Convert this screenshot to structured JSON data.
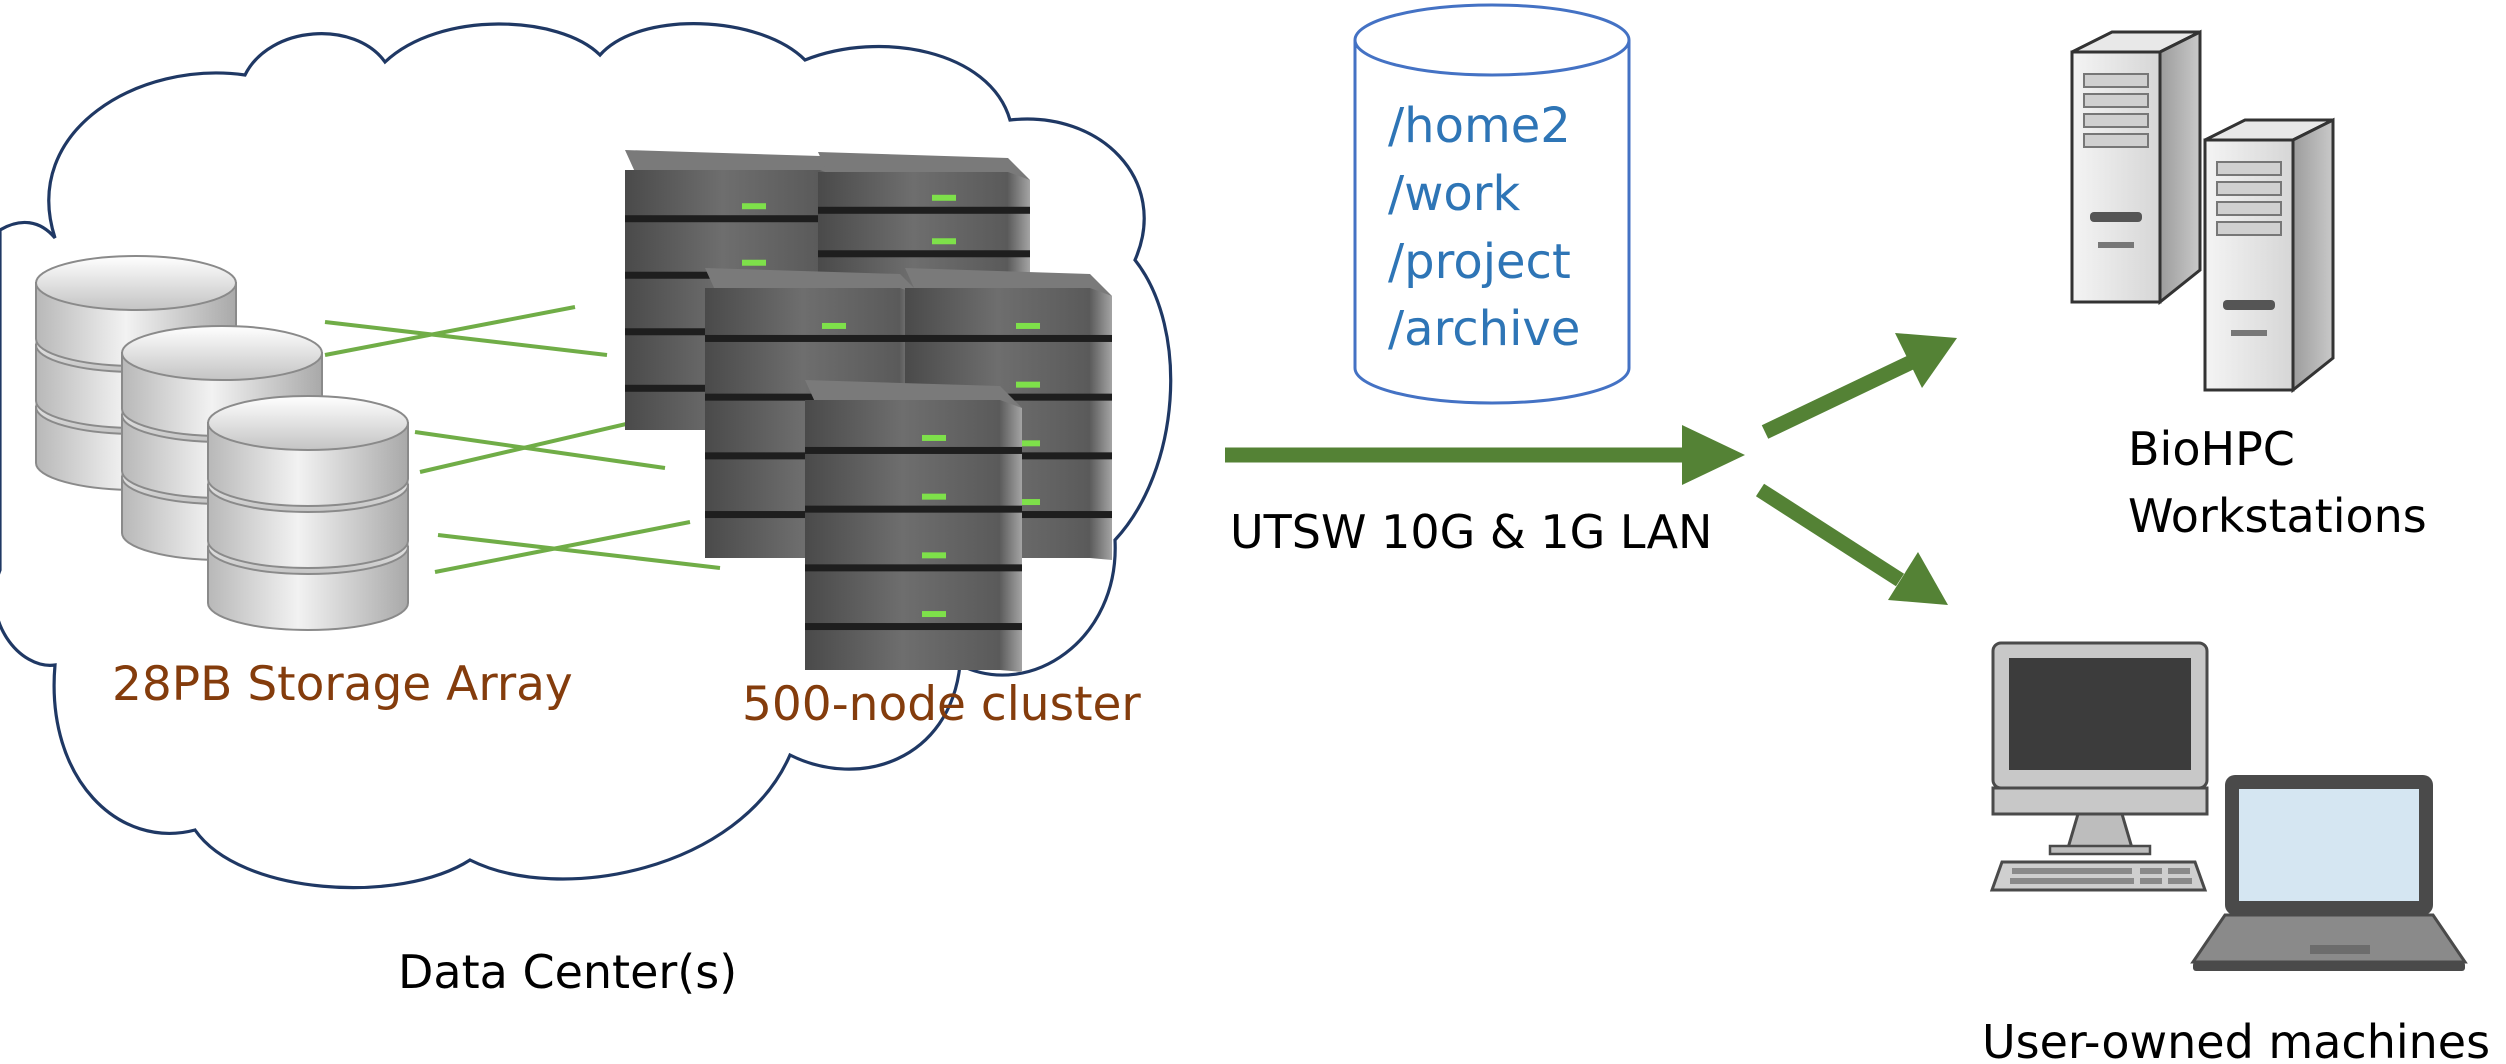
{
  "datacenter": {
    "label": "Data Center(s)",
    "storage_label": "28PB Storage Array",
    "cluster_label": "500-node cluster"
  },
  "filesystems": {
    "items": [
      "/home2",
      "/work",
      "/project",
      "/archive"
    ]
  },
  "network": {
    "label": "UTSW 10G & 1G LAN"
  },
  "workstations": {
    "label_line1": "BioHPC",
    "label_line2": "Workstations"
  },
  "user_machines": {
    "label": "User-owned machines"
  },
  "colors": {
    "cloud_stroke": "#1f3864",
    "arrow_green": "#548235",
    "link_green": "#70ad47",
    "led_green": "#7ee04a",
    "cylinder_stroke": "#4472c4",
    "text_blue": "#2e75b6",
    "text_brown": "#843c0c"
  }
}
